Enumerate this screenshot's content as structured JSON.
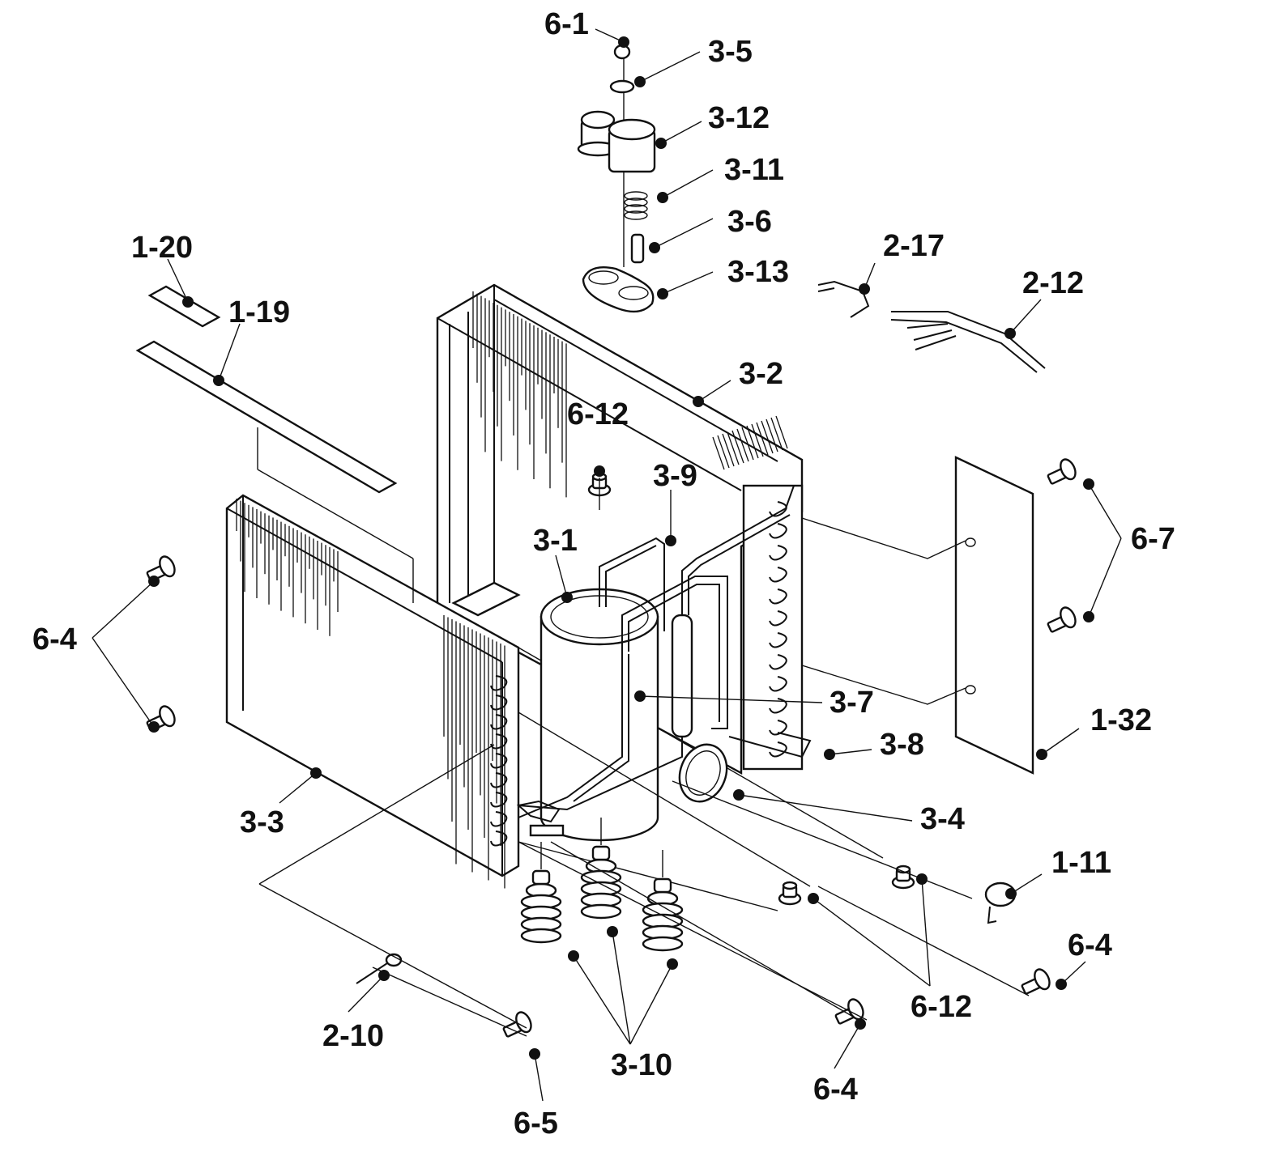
{
  "diagram": {
    "callouts": [
      {
        "id": "c-6-1-top",
        "text": "6-1"
      },
      {
        "id": "c-3-5",
        "text": "3-5"
      },
      {
        "id": "c-3-12",
        "text": "3-12"
      },
      {
        "id": "c-3-11",
        "text": "3-11"
      },
      {
        "id": "c-3-6",
        "text": "3-6"
      },
      {
        "id": "c-3-13",
        "text": "3-13"
      },
      {
        "id": "c-1-20",
        "text": "1-20"
      },
      {
        "id": "c-1-19",
        "text": "1-19"
      },
      {
        "id": "c-2-17",
        "text": "2-17"
      },
      {
        "id": "c-2-12",
        "text": "2-12"
      },
      {
        "id": "c-3-2",
        "text": "3-2"
      },
      {
        "id": "c-6-12-top",
        "text": "6-12"
      },
      {
        "id": "c-3-9",
        "text": "3-9"
      },
      {
        "id": "c-3-1",
        "text": "3-1"
      },
      {
        "id": "c-6-7",
        "text": "6-7"
      },
      {
        "id": "c-6-4-left",
        "text": "6-4"
      },
      {
        "id": "c-3-7",
        "text": "3-7"
      },
      {
        "id": "c-1-32",
        "text": "1-32"
      },
      {
        "id": "c-3-8",
        "text": "3-8"
      },
      {
        "id": "c-3-3",
        "text": "3-3"
      },
      {
        "id": "c-3-4",
        "text": "3-4"
      },
      {
        "id": "c-1-11",
        "text": "1-11"
      },
      {
        "id": "c-6-4-right",
        "text": "6-4"
      },
      {
        "id": "c-6-12-bottom",
        "text": "6-12"
      },
      {
        "id": "c-2-10",
        "text": "2-10"
      },
      {
        "id": "c-3-10",
        "text": "3-10"
      },
      {
        "id": "c-6-4-bottom",
        "text": "6-4"
      },
      {
        "id": "c-6-5",
        "text": "6-5"
      }
    ]
  }
}
